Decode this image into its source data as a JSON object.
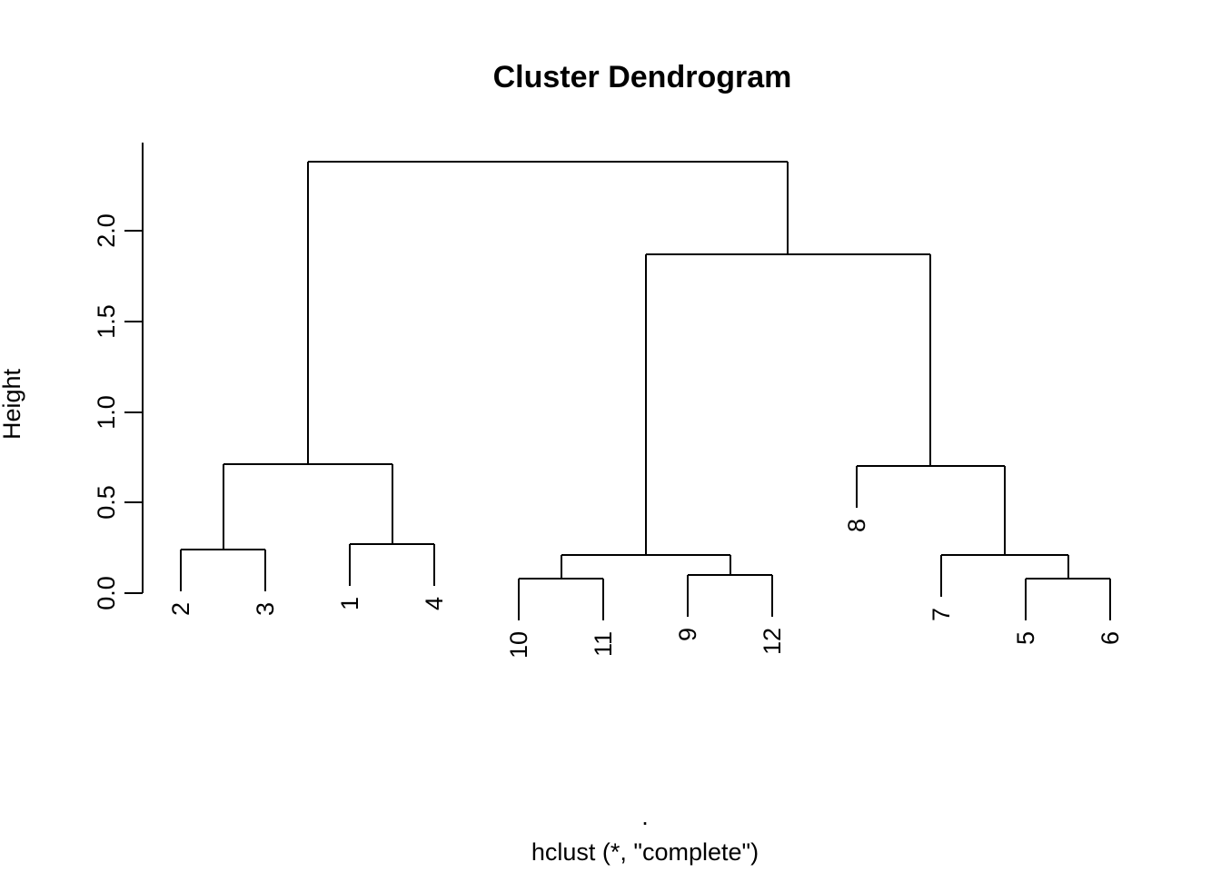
{
  "title": "Cluster Dendrogram",
  "axis": {
    "ylabel": "Height",
    "yticks": [
      {
        "label": "0.0",
        "value": 0
      },
      {
        "label": "0.5",
        "value": 0.5
      },
      {
        "label": "1.0",
        "value": 1
      },
      {
        "label": "1.5",
        "value": 1.5
      },
      {
        "label": "2.0",
        "value": 2
      }
    ]
  },
  "xlabel": {
    "line1": ".",
    "line2": "hclust (*, \"complete\")"
  },
  "chart_data": {
    "type": "dendrogram",
    "title": "Cluster Dendrogram",
    "ylabel": "Height",
    "xlabel": "hclust (*, \"complete\")",
    "data_name": ".",
    "linkage_method": "complete",
    "n_leaves": 12,
    "leaf_order": [
      "2",
      "3",
      "1",
      "4",
      "10",
      "11",
      "9",
      "12",
      "8",
      "7",
      "5",
      "6"
    ],
    "hang": 0.23,
    "ylim": [
      0,
      2.4
    ],
    "yticks": [
      0,
      0.5,
      1,
      1.5,
      2
    ],
    "grid": false,
    "merges": [
      {
        "name": "c2_3",
        "children": [
          "2",
          "3"
        ],
        "height": 0.24
      },
      {
        "name": "c1_4",
        "children": [
          "1",
          "4"
        ],
        "height": 0.27
      },
      {
        "name": "c10_11",
        "children": [
          "10",
          "11"
        ],
        "height": 0.08
      },
      {
        "name": "c9_12",
        "children": [
          "9",
          "12"
        ],
        "height": 0.1
      },
      {
        "name": "c5_6",
        "children": [
          "5",
          "6"
        ],
        "height": 0.08
      },
      {
        "name": "cLeft",
        "children": [
          "c2_3",
          "c1_4"
        ],
        "height": 0.71
      },
      {
        "name": "cMid",
        "children": [
          "c10_11",
          "c9_12"
        ],
        "height": 0.21
      },
      {
        "name": "c7_56",
        "children": [
          "7",
          "c5_6"
        ],
        "height": 0.21
      },
      {
        "name": "c8_756",
        "children": [
          "8",
          "c7_56"
        ],
        "height": 0.7
      },
      {
        "name": "cRight",
        "children": [
          "cMid",
          "c8_756"
        ],
        "height": 1.87
      },
      {
        "name": "root",
        "children": [
          "cLeft",
          "cRight"
        ],
        "height": 2.38
      }
    ],
    "line_color": "#000000",
    "text_color": "#000000",
    "background_color": "#ffffff"
  }
}
